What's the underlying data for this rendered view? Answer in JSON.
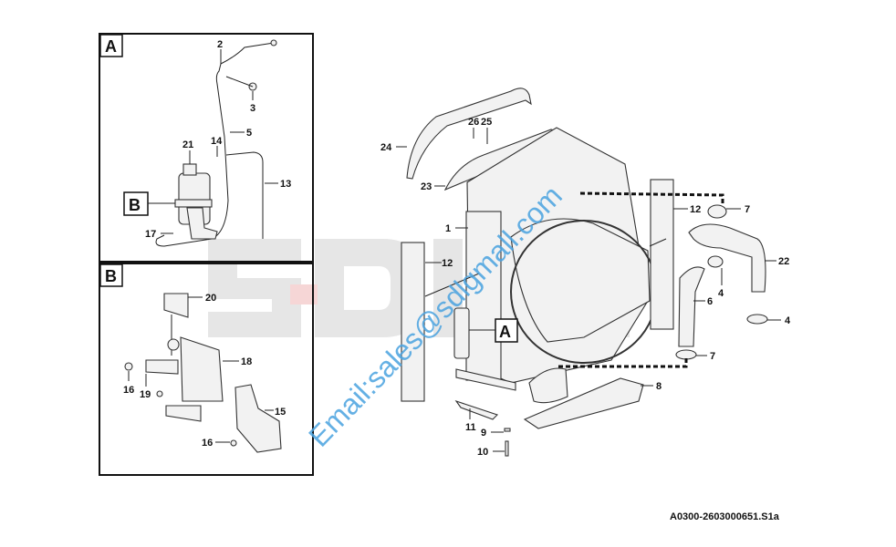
{
  "watermark": {
    "brand": "SDLG",
    "email": "Email:sales@sdlgmall.com"
  },
  "panels": {
    "a": "A",
    "b": "B",
    "detail_b_ref": "B",
    "detail_a_ref": "A"
  },
  "callouts": {
    "a2": "2",
    "a3": "3",
    "a5": "5",
    "a21": "21",
    "a14": "14",
    "a13": "13",
    "a17": "17",
    "b20": "20",
    "b18": "18",
    "b16": "16",
    "b19": "19",
    "b15": "15",
    "b16b": "16",
    "m24": "24",
    "m26": "26",
    "m25": "25",
    "m23": "23",
    "m1": "1",
    "m12a": "12",
    "m12b": "12",
    "m7a": "7",
    "m22": "22",
    "m4a": "4",
    "m6": "6",
    "m4b": "4",
    "m7b": "7",
    "m8": "8",
    "m11": "11",
    "m9": "9",
    "m10": "10"
  },
  "drawing_code": "A0300-2603000651.S1a",
  "colors": {
    "email": "#4aa3e0",
    "watermark": "#e6e6e6",
    "ink": "#111111"
  }
}
